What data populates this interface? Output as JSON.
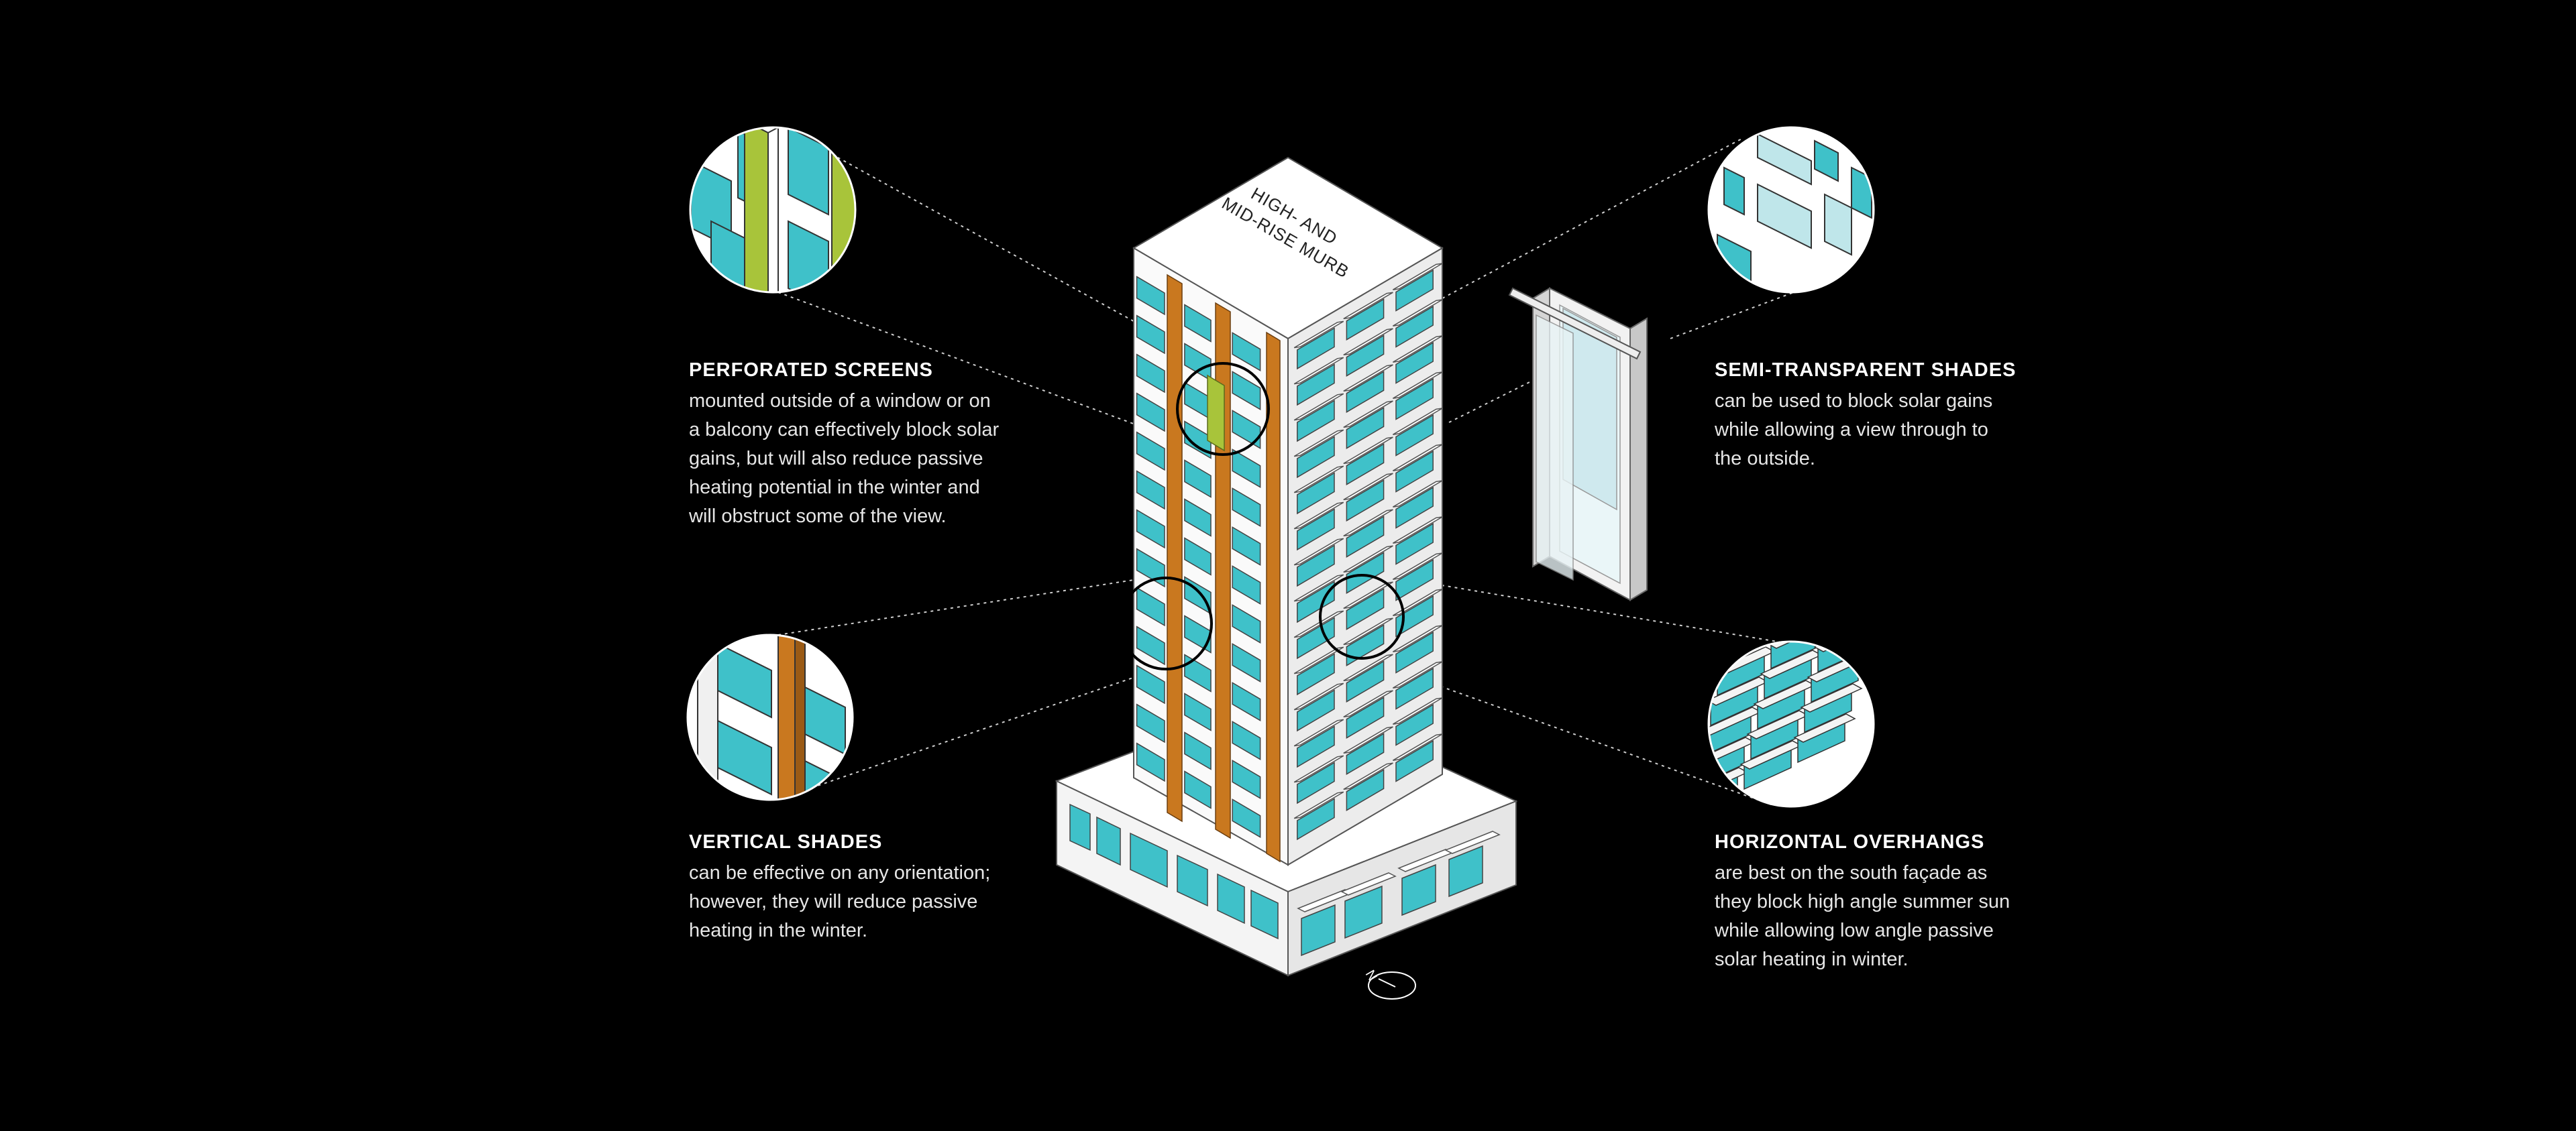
{
  "building": {
    "roof_label_line1": "HIGH- AND",
    "roof_label_line2": "MID-RISE MURB",
    "north_marker": "N"
  },
  "callouts": {
    "perforated": {
      "title": "PERFORATED SCREENS",
      "lines": [
        "mounted outside of a window or on",
        "a balcony can effectively block solar",
        "gains, but will also reduce passive",
        "heating potential in the winter and",
        "will obstruct some of the view."
      ]
    },
    "vertical": {
      "title": "VERTICAL SHADES",
      "lines": [
        "can be effective on any orientation;",
        "however, they will reduce passive",
        "heating in the winter."
      ]
    },
    "semi": {
      "title": "SEMI-TRANSPARENT SHADES",
      "lines": [
        "can be used to block solar gains",
        "while allowing a view through to",
        "the outside."
      ]
    },
    "horizontal": {
      "title": "HORIZONTAL OVERHANGS",
      "lines": [
        "are best on the south façade as",
        "they block high angle summer sun",
        "while allowing low angle passive",
        "solar heating in winter."
      ]
    }
  },
  "colors": {
    "background": "#000000",
    "glass": "#3fc1c9",
    "vertical_shade": "#c9781f",
    "perforated_screen": "#a8c43a",
    "building": "#ffffff",
    "outline": "#555555"
  }
}
